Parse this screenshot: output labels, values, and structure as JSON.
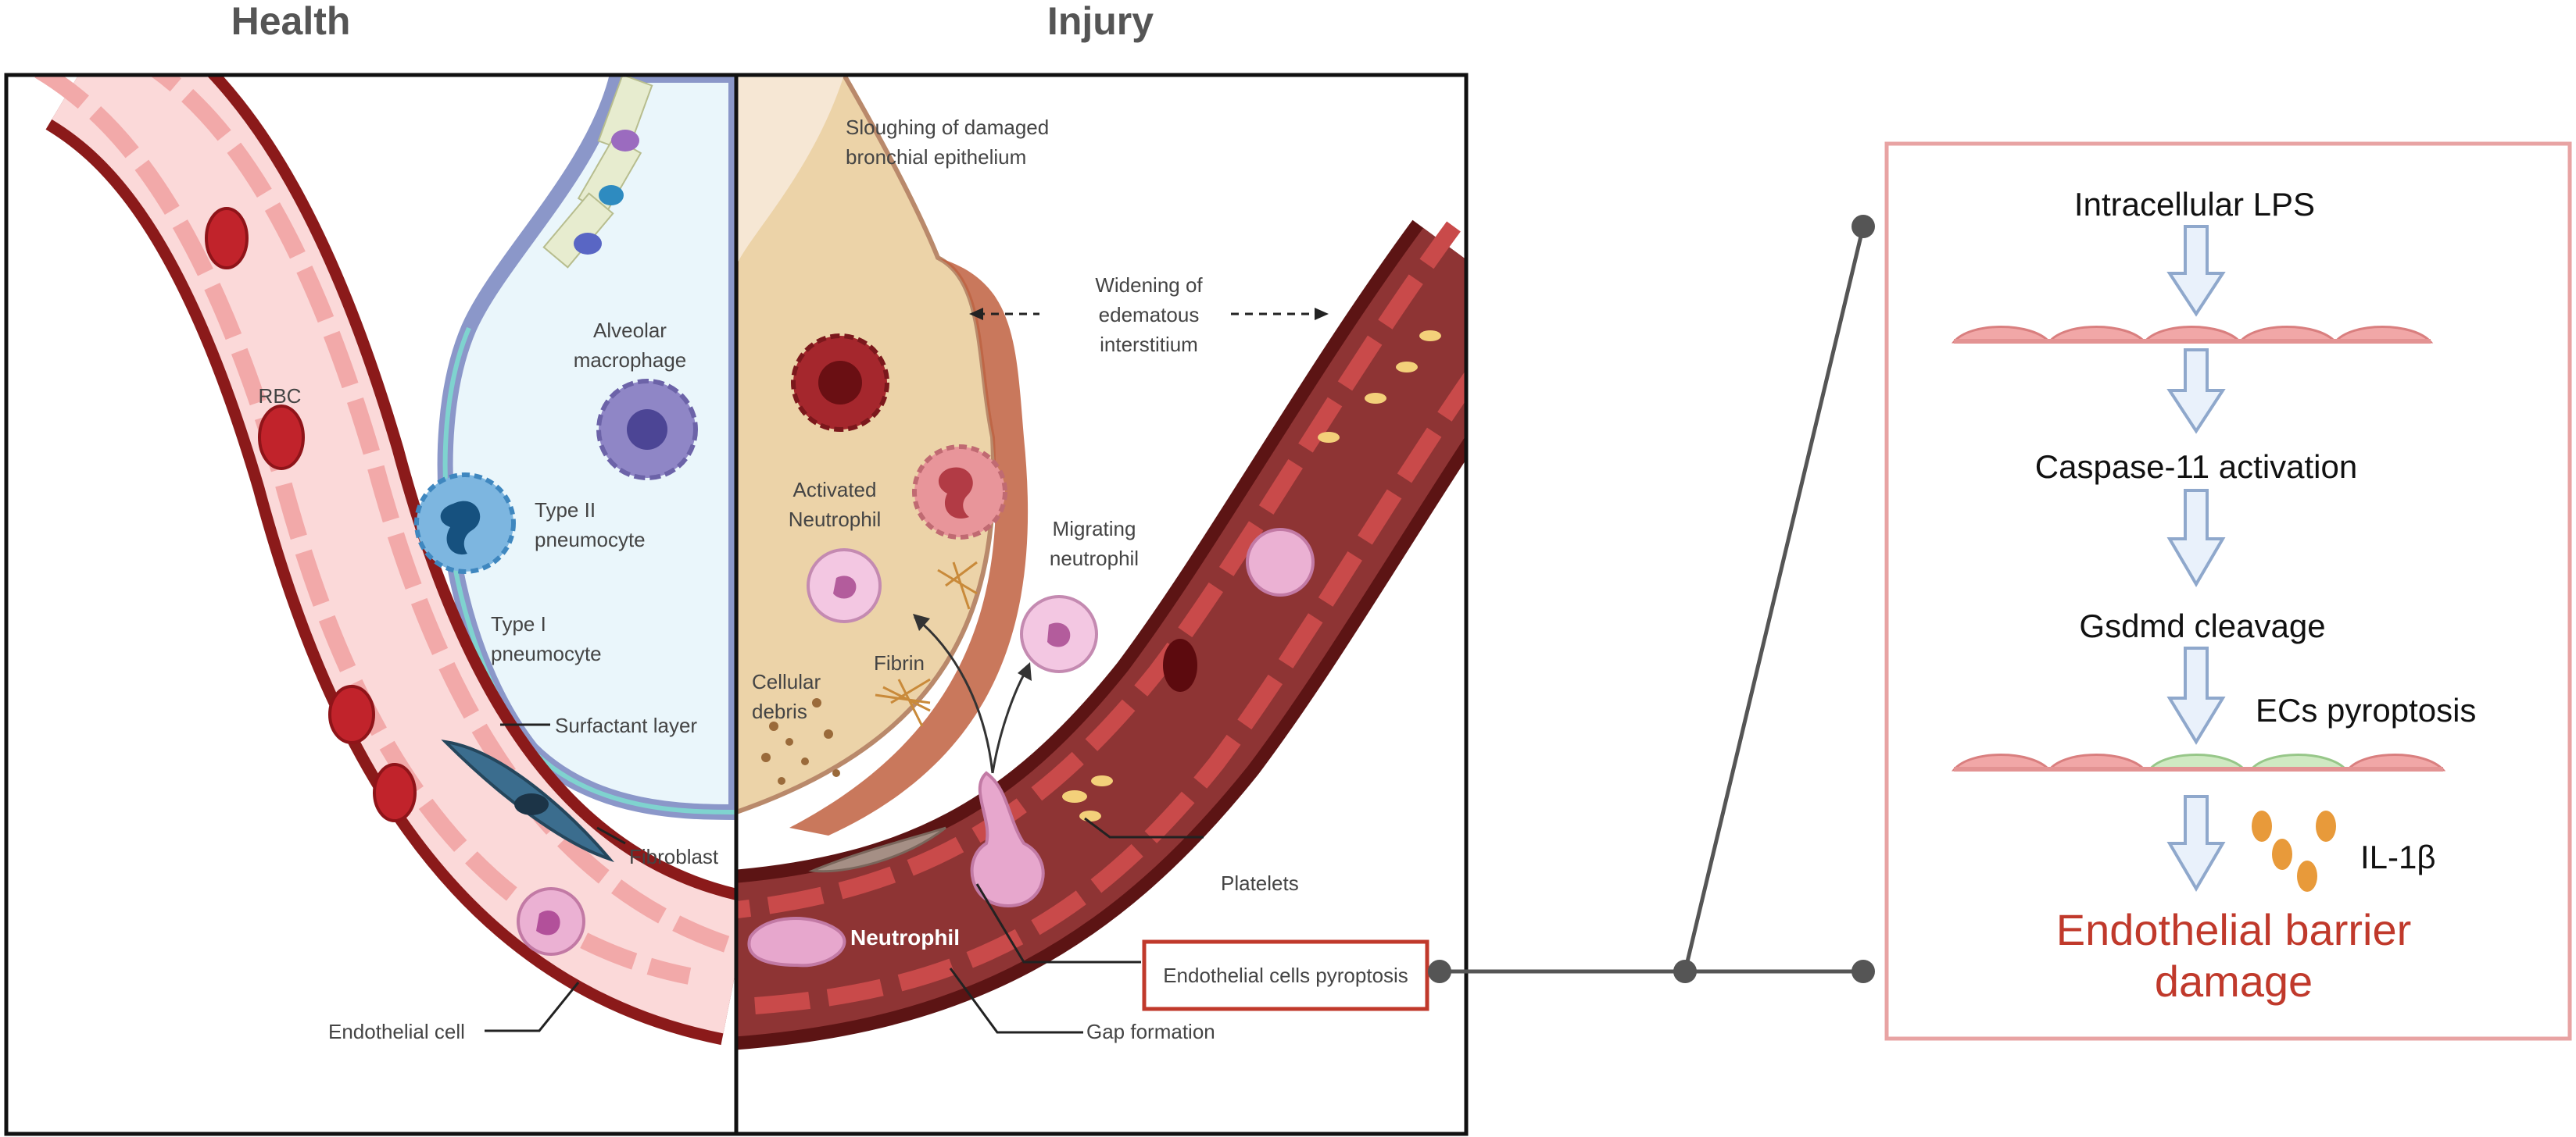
{
  "headers": {
    "health": "Health",
    "injury": "Injury"
  },
  "labels": {
    "rbc": "RBC",
    "alveolar_macrophage": [
      "Alveolar",
      "macrophage"
    ],
    "type2": [
      "Type II",
      "pneumocyte"
    ],
    "type1": [
      "Type I",
      "pneumocyte"
    ],
    "surfactant": "Surfactant layer",
    "fibroblast": "Fibroblast",
    "endothelial_cell": "Endothelial cell",
    "sloughing": [
      "Sloughing of damaged",
      "bronchial epithelium"
    ],
    "widening": [
      "Widening of",
      "edematous",
      "interstitium"
    ],
    "activated_neutrophil": [
      "Activated",
      "Neutrophil"
    ],
    "migrating_neutrophil": [
      "Migrating",
      "neutrophil"
    ],
    "cellular_debris": [
      "Cellular",
      "debris"
    ],
    "fibrin": "Fibrin",
    "platelets": "Platelets",
    "neutrophil": "Neutrophil",
    "ec_pyroptosis_box": "Endothelial cells pyroptosis",
    "gap_formation": "Gap formation"
  },
  "flow": {
    "step1": "Intracellular LPS",
    "step2": "Caspase-11 activation",
    "step3": "Gsdmd cleavage",
    "ecs_pyroptosis": "ECs pyroptosis",
    "il1b": "IL-1β",
    "outcome": [
      "Endothelial barrier",
      "damage"
    ]
  },
  "colors": {
    "vessel_dark": "#8b1a1a",
    "vessel_light_fill": "#fbd9d9",
    "vessel_injury_fill": "#8e3434",
    "alveolus_fill": "#eaf6fb",
    "injury_alveolus_fill": "#ecd3a8",
    "flow_box_border": "#e8a3a3",
    "arrow_fill": "#e9f1fb",
    "arrow_stroke": "#8fa8cc",
    "cell_pink": "#f1a7a7",
    "cell_green": "#cfe9c2",
    "il1b_orange": "#e89a3a",
    "outcome_red": "#c0392b"
  }
}
